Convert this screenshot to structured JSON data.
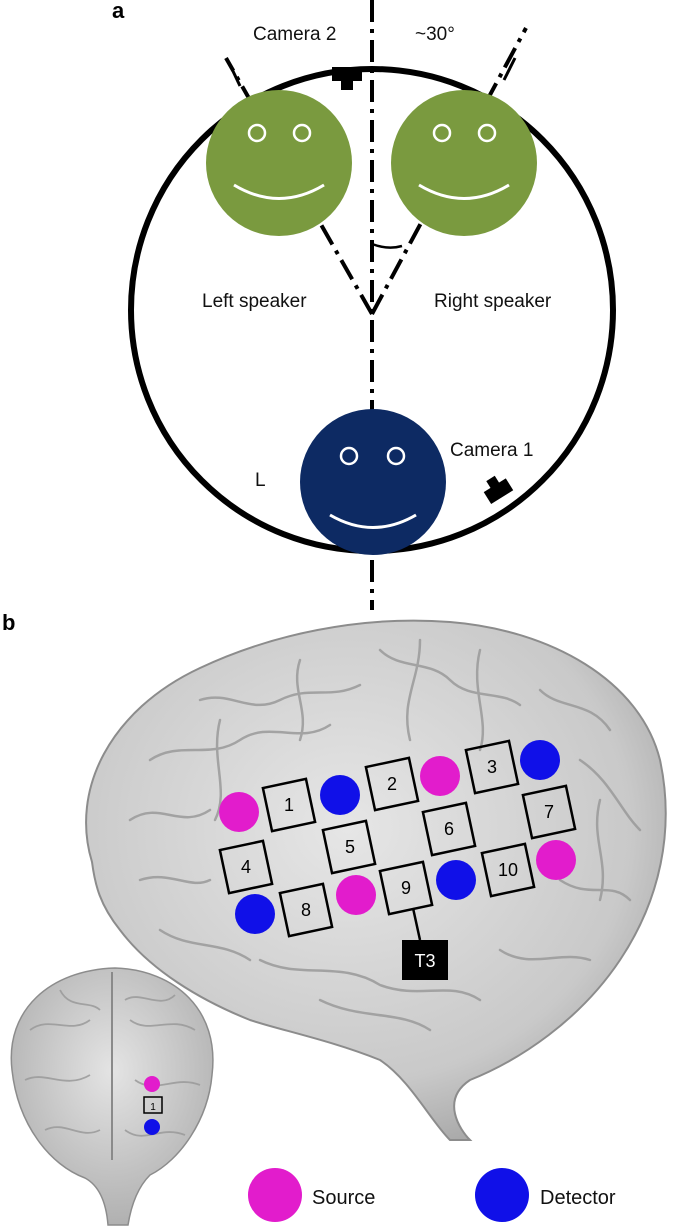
{
  "panel_a": {
    "label": "a",
    "camera2_label": "Camera 2",
    "angle_label": "~30°",
    "left_speaker_label": "Left speaker",
    "right_speaker_label": "Right speaker",
    "camera1_label": "Camera 1",
    "listener_label": "L",
    "colors": {
      "speaker": "#7a9a3f",
      "listener": "#0d2a63"
    }
  },
  "panel_b": {
    "label": "b",
    "reference_label": "T3",
    "inset_channel": "1",
    "channels": [
      "1",
      "2",
      "3",
      "4",
      "5",
      "6",
      "7",
      "8",
      "9",
      "10"
    ],
    "legend": {
      "source": "Source",
      "detector": "Detector"
    },
    "colors": {
      "source": "#e21ccc",
      "detector": "#1010e8"
    }
  }
}
